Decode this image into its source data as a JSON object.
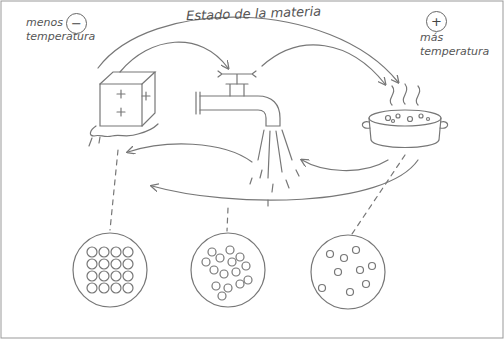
{
  "diagram": {
    "title": "Estado de la materia",
    "nodes": [
      {
        "text": [
          "−"
        ]
      },
      {
        "text": [
          "+"
        ]
      }
    ],
    "labels": [
      "menos temperatura",
      "más temperatura"
    ]
  }
}
